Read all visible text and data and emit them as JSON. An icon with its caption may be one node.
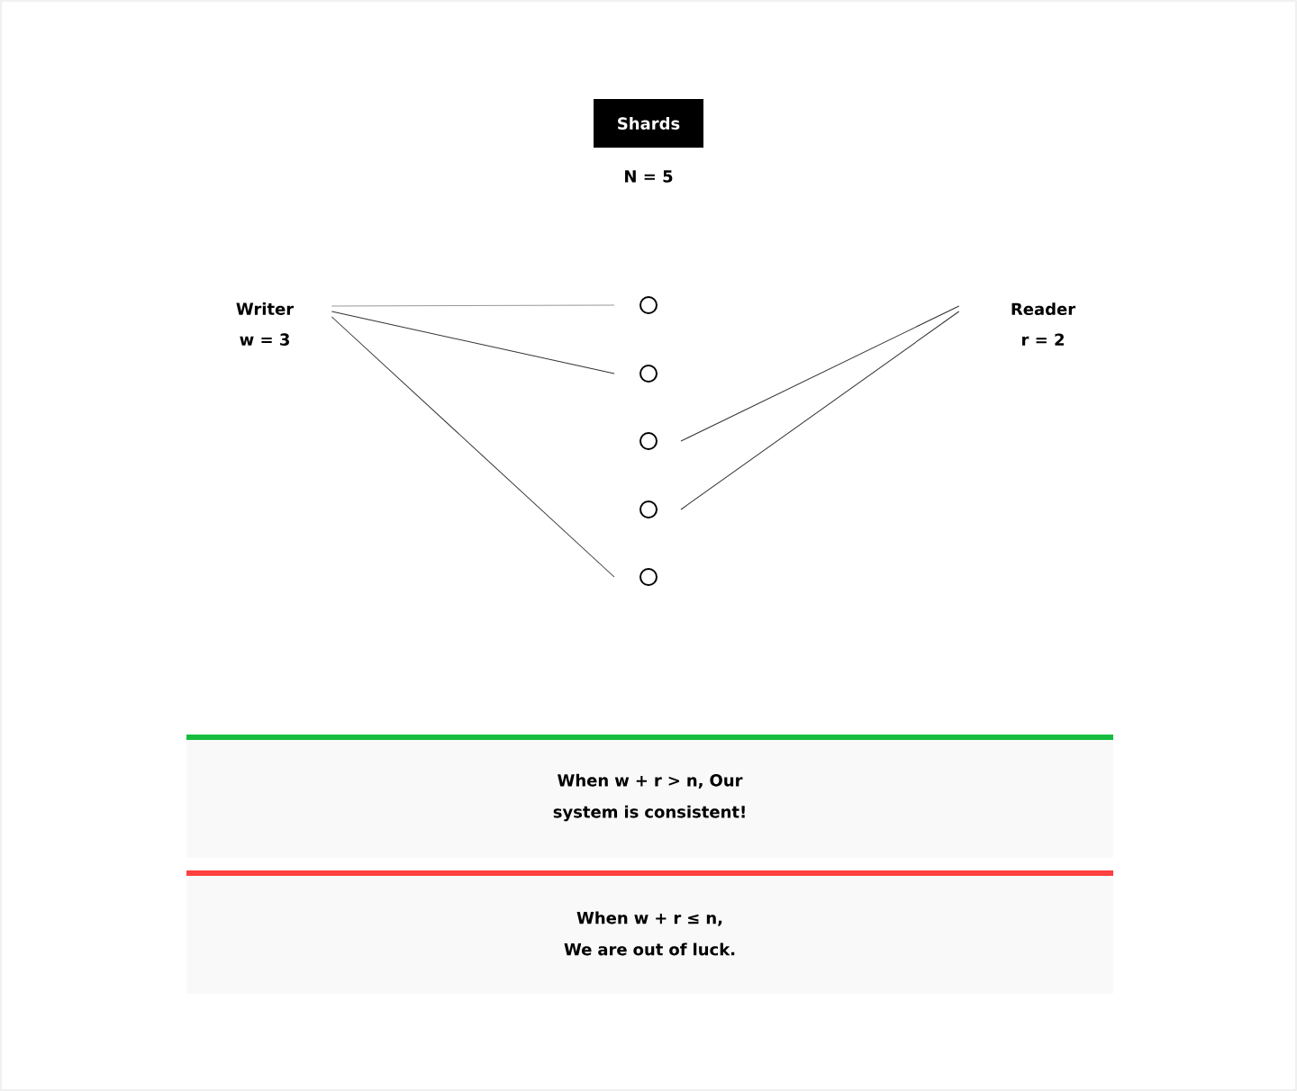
{
  "diagram": {
    "nodes": [
      {
        "text": [
          "Shards"
        ],
        "beside": [
          "N = 5"
        ]
      },
      {
        "text": [
          "Writer",
          "w = 3"
        ]
      },
      {
        "text": [
          "Reader",
          "r = 2"
        ]
      },
      {
        "text": [],
        "shape": "circle"
      },
      {
        "text": [],
        "shape": "circle"
      },
      {
        "text": [],
        "shape": "circle"
      },
      {
        "text": [],
        "shape": "circle"
      },
      {
        "text": [],
        "shape": "circle"
      },
      {
        "text": [
          "When w + r > n, Our system is consistent!"
        ]
      },
      {
        "text": [
          "When w + r ≤ n, We are out of luck."
        ]
      }
    ],
    "edges": [
      {
        "from": 1,
        "to": 3,
        "arrow": "none",
        "color": "#999999"
      },
      {
        "from": 1,
        "to": 4,
        "arrow": "none"
      },
      {
        "from": 1,
        "to": 7,
        "arrow": "none"
      },
      {
        "from": 2,
        "to": 5,
        "arrow": "none"
      },
      {
        "from": 2,
        "to": 6,
        "arrow": "none"
      }
    ]
  }
}
